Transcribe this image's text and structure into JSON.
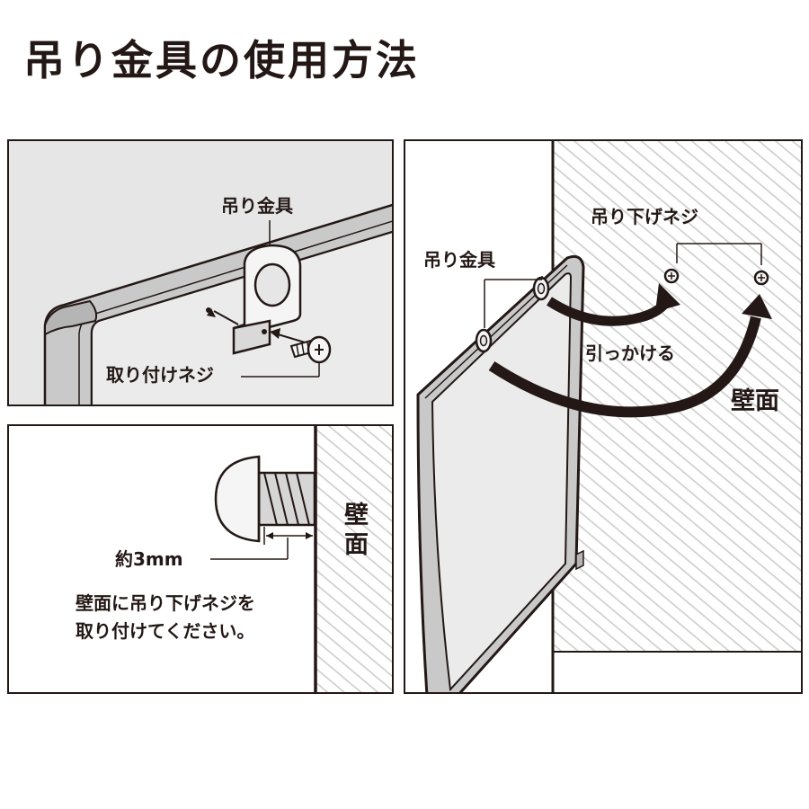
{
  "title": "吊り金具の使用方法",
  "panel_top_left": {
    "hanger_label": "吊り金具",
    "screw_label": "取り付けネジ"
  },
  "panel_bottom_left": {
    "gap_label": "約3mm",
    "wall_label": "壁面",
    "instruction_line1": "壁面に吊り下げネジを",
    "instruction_line2": "取り付けてください。"
  },
  "panel_right": {
    "screw_label": "吊り下げネジ",
    "hanger_label": "吊り金具",
    "action_label": "引っかける",
    "wall_label": "壁面"
  },
  "colors": {
    "ink": "#231815",
    "panel_gray": "#e6e6e6",
    "board_gray": "#e8e8e8",
    "frame_gray": "#c9c9c9",
    "wall_hatch": "#cfcfcf"
  }
}
